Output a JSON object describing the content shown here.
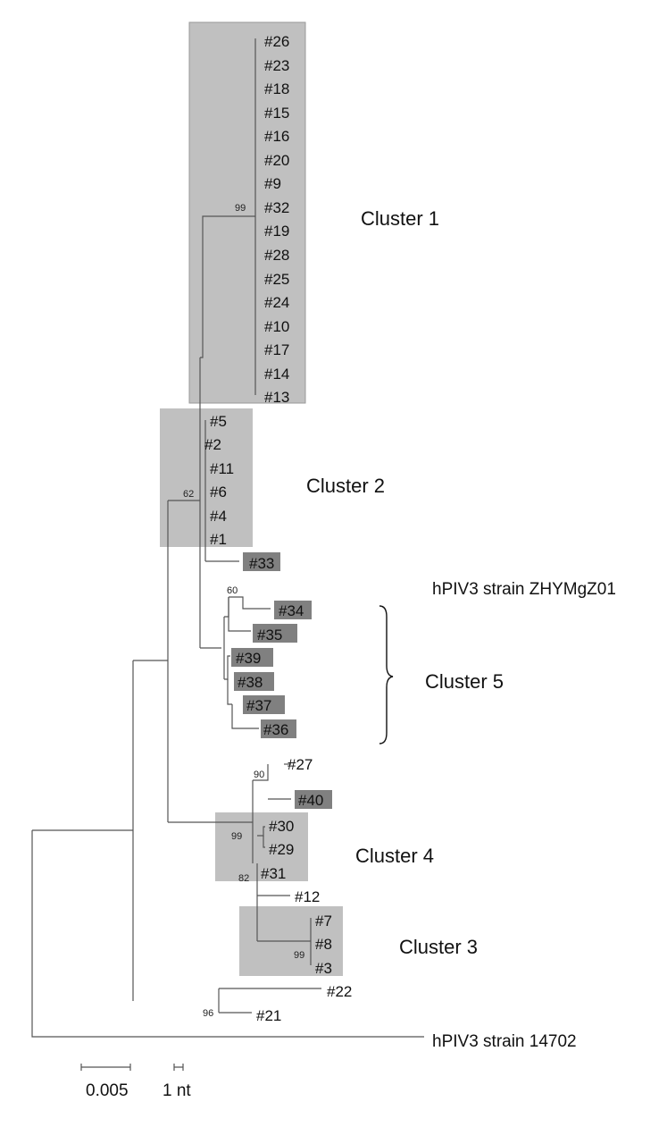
{
  "figure": {
    "type": "phylogenetic-tree",
    "clusters": [
      {
        "id": "c1",
        "label": "Cluster 1",
        "bootstrap": "99",
        "members": [
          "#26",
          "#23",
          "#18",
          "#15",
          "#16",
          "#20",
          "#9",
          "#32",
          "#19",
          "#28",
          "#25",
          "#24",
          "#10",
          "#17",
          "#14",
          "#13"
        ]
      },
      {
        "id": "c2",
        "label": "Cluster 2",
        "bootstrap": "62",
        "members": [
          "#5",
          "#2",
          "#11",
          "#6",
          "#4",
          "#1"
        ]
      },
      {
        "id": "c5",
        "label": "Cluster 5",
        "bootstrap": "60",
        "members": [
          "#34",
          "#35",
          "#39",
          "#38",
          "#37",
          "#36"
        ]
      },
      {
        "id": "c4",
        "label": "Cluster 4",
        "bootstrap": "99",
        "members": [
          "#30",
          "#29",
          "#31"
        ]
      },
      {
        "id": "c3",
        "label": "Cluster 3",
        "bootstrap": "99",
        "members": [
          "#7",
          "#8",
          "#3"
        ]
      }
    ],
    "highlighted_leaves": [
      "#33",
      "#34",
      "#35",
      "#39",
      "#38",
      "#37",
      "#36",
      "#40"
    ],
    "other_leaves": [
      "#33",
      "#27",
      "#40",
      "#12",
      "#22",
      "#21"
    ],
    "bootstrap_values": [
      "99",
      "62",
      "60",
      "90",
      "99",
      "82",
      "99",
      "96"
    ],
    "reference_strains": [
      "hPIV3 strain ZHYMgZ01",
      "hPIV3 strain 14702"
    ],
    "scale_bar": {
      "value": "0.005",
      "nt_label": "1 nt"
    },
    "colors": {
      "cluster_box": "#c0c0c0",
      "highlight_box": "#808080",
      "branch": "#555555"
    }
  }
}
